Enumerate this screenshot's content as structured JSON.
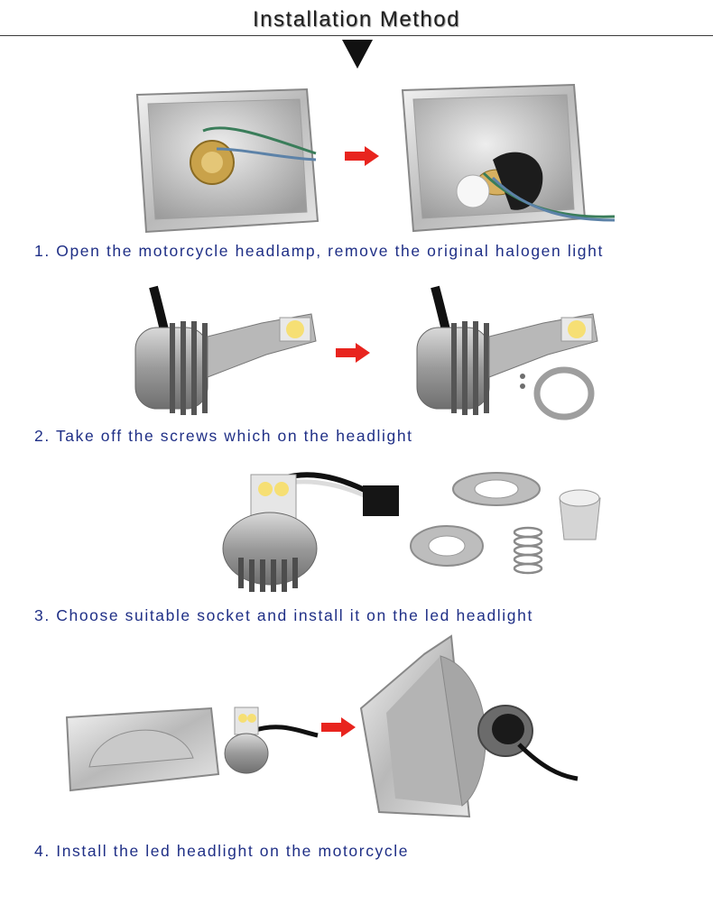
{
  "header": {
    "title": "Installation Method"
  },
  "steps": [
    {
      "number": "1.",
      "text": "Open the motorcycle headlamp, remove the original halogen light"
    },
    {
      "number": "2.",
      "text": "Take off the screws which on the headlight"
    },
    {
      "number": "3.",
      "text": "Choose suitable socket and install it on the led headlight"
    },
    {
      "number": "4.",
      "text": "Install the led headlight on the motorcycle"
    }
  ],
  "colors": {
    "step_text": "#1f2f86",
    "arrow": "#e8241e",
    "title": "#1e1e1e"
  },
  "icons": [
    "arrow-down-icon",
    "arrow-right-icon"
  ]
}
